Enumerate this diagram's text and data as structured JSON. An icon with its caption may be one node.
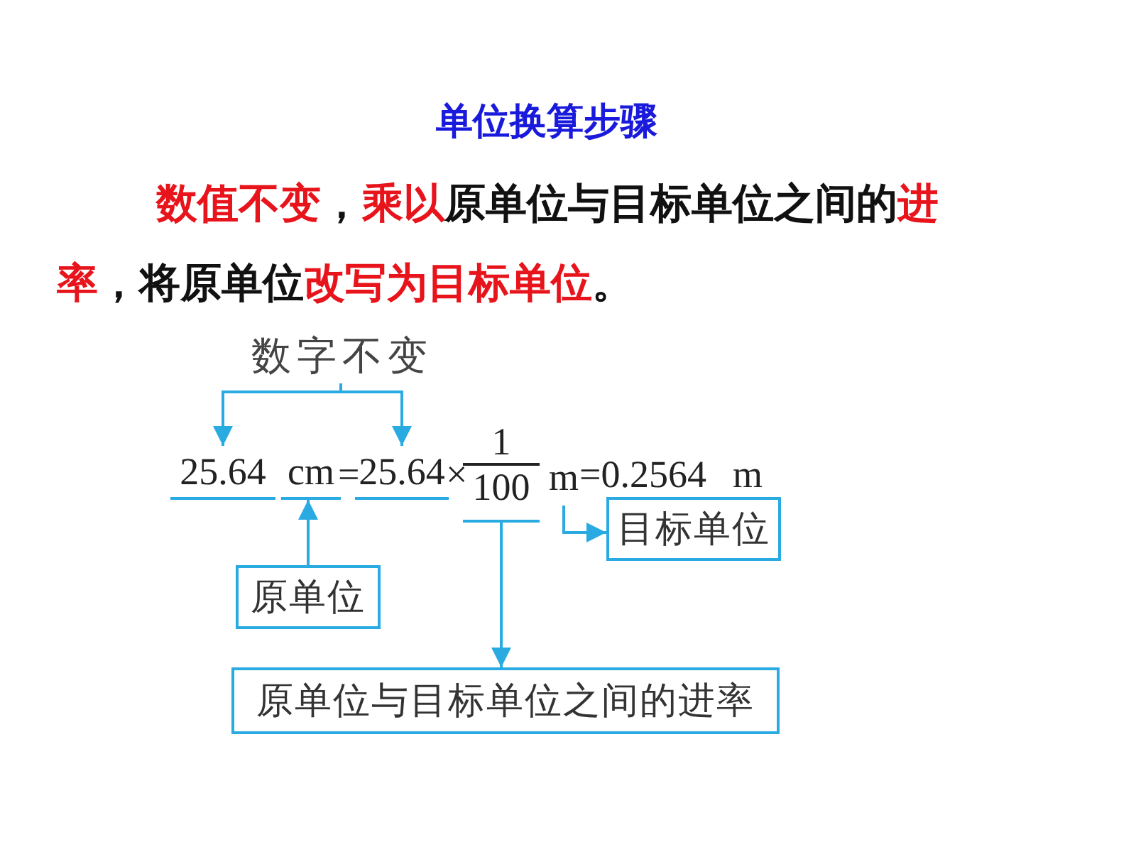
{
  "diagram": {
    "title": "单位换算步骤",
    "nodes": [
      {
        "text": [
          "数字不变"
        ]
      },
      {
        "text": [
          "25.64"
        ]
      },
      {
        "text": [
          "cm"
        ]
      },
      {
        "text": [
          "25.64"
        ]
      },
      {
        "text": [
          "1",
          "100"
        ]
      },
      {
        "text": [
          "m"
        ]
      },
      {
        "text": [
          "目标单位"
        ]
      },
      {
        "text": [
          "原单位"
        ]
      },
      {
        "text": [
          "原单位与目标单位之间的进率"
        ]
      }
    ],
    "edges": [
      {
        "from": 0,
        "to": 1,
        "arrow": "to"
      },
      {
        "from": 0,
        "to": 3,
        "arrow": "to"
      },
      {
        "from": 7,
        "to": 2,
        "arrow": "to"
      },
      {
        "from": 4,
        "to": 8,
        "arrow": "to"
      },
      {
        "from": 5,
        "to": 6,
        "arrow": "to"
      }
    ],
    "labels": [
      "**数值不变**，**乘以**原单位与目标单位之间的**进率**，将原单位**改写为目标单位**。",
      "=",
      "×",
      "=0.2564",
      "m"
    ]
  }
}
